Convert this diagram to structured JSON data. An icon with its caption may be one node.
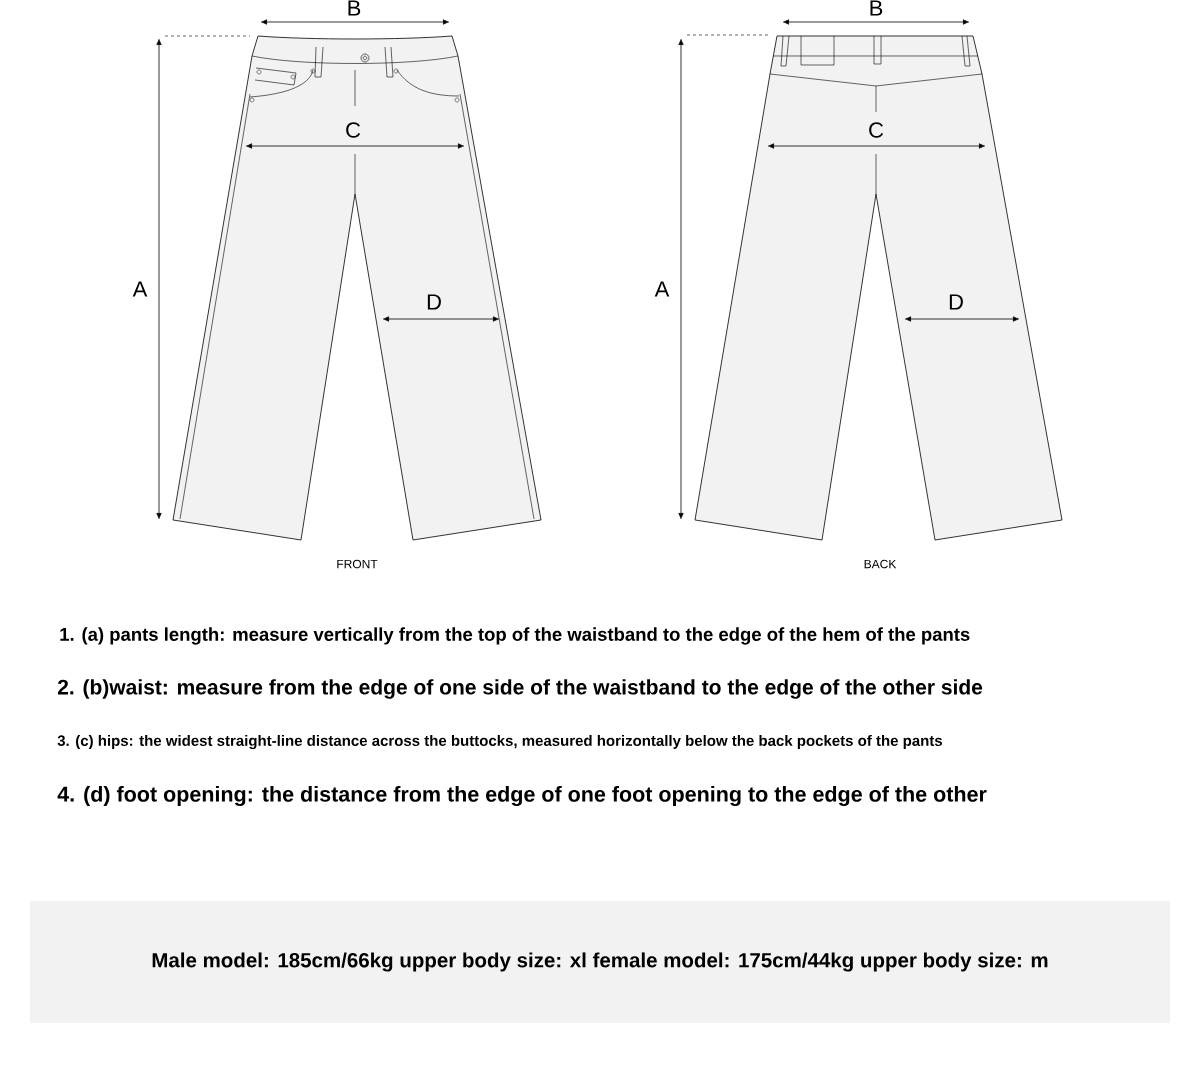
{
  "diagram": {
    "nodes": [
      {
        "text": [
          "Male model: 185cm/66kg upper body size: xl female model: 175cm/44kg upper body size: m"
        ]
      }
    ],
    "labels": [
      "B",
      "B",
      "C",
      "C",
      "A",
      "A",
      "D",
      "D",
      "FRONT",
      "BACK",
      "1. (a) pants length: measure vertically from the top of the waistband to the edge of the hem of the pants",
      "2. (b)waist: measure from the edge of one side of the waistband to the edge of the other side",
      "3. (c) hips: the widest straight-line distance across the buttocks, measured horizontally below the back pockets of the pants",
      "4. (d) foot opening: the distance from the edge of one foot opening to the edge of the other"
    ]
  }
}
